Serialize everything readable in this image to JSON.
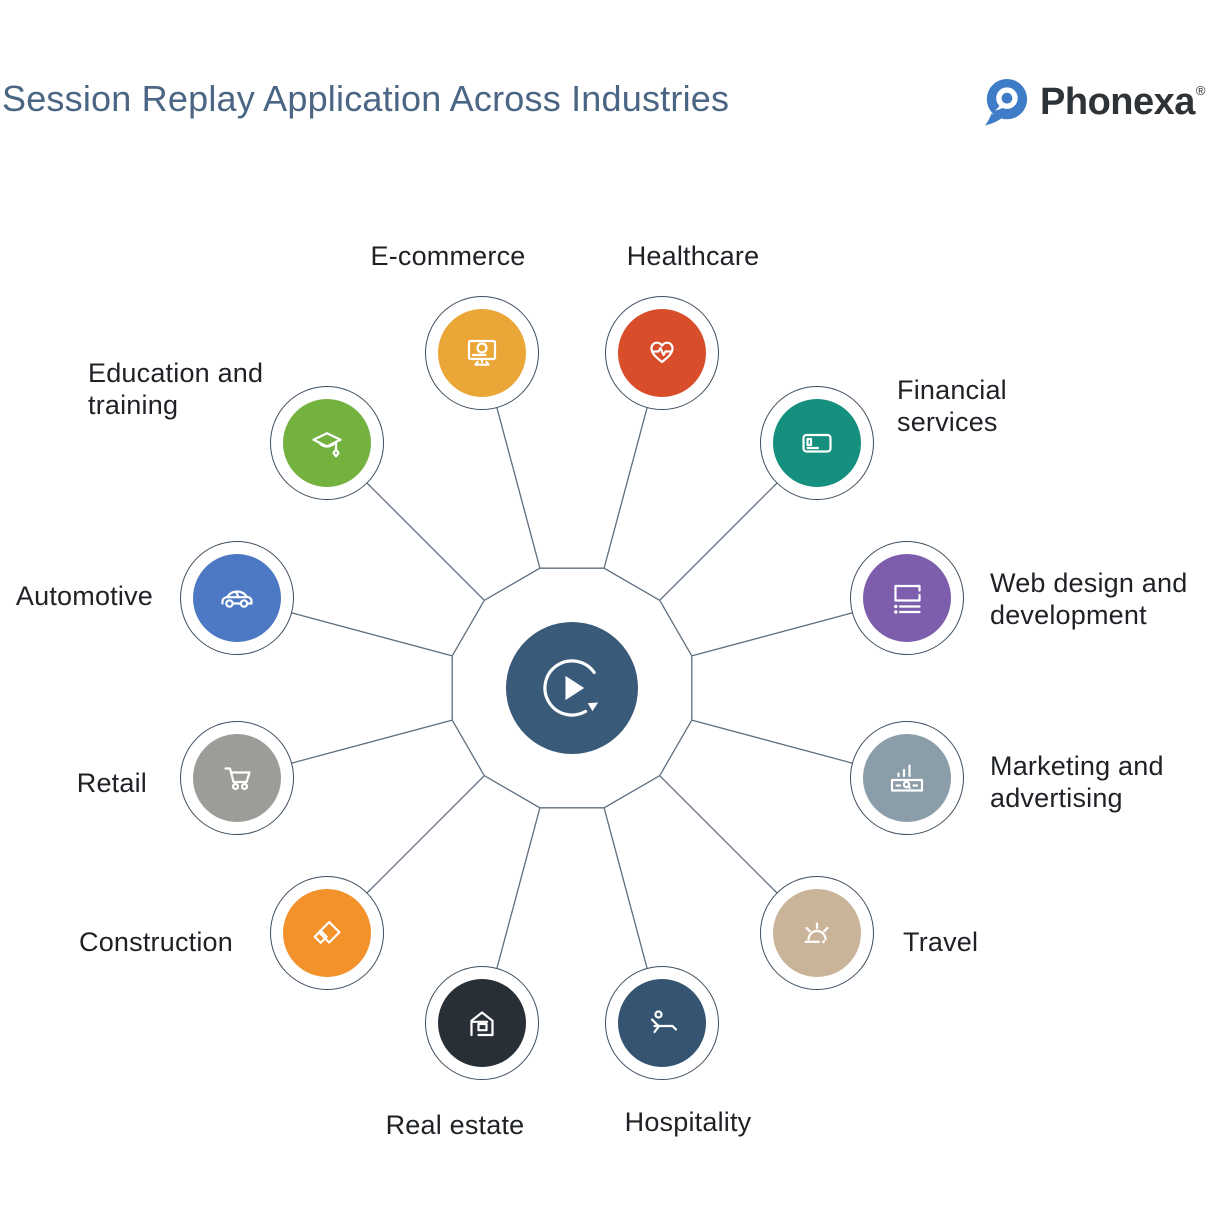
{
  "header": {
    "title": "Session Replay Application Across Industries",
    "brand": {
      "name": "Phonexa",
      "registered": "®",
      "icon": "phonexa-pin-icon",
      "icon_color": "#3e7cc7",
      "text_color": "#2e3338"
    }
  },
  "diagram": {
    "center": {
      "icon": "session-replay-icon",
      "color": "#3a5a7a"
    },
    "line_color": "#5e6e7e",
    "industries": [
      {
        "label": "E-commerce",
        "color": "#eaa636",
        "icon": "ecommerce-monitor-icon"
      },
      {
        "label": "Healthcare",
        "color": "#d84e2a",
        "icon": "healthcare-heart-icon"
      },
      {
        "label": "Financial\nservices",
        "color": "#15907e",
        "icon": "financial-card-icon"
      },
      {
        "label": "Web design and\ndevelopment",
        "color": "#7d5ead",
        "icon": "web-design-wireframe-icon"
      },
      {
        "label": "Marketing and\nadvertising",
        "color": "#8a9da8",
        "icon": "marketing-ads-icon"
      },
      {
        "label": "Travel",
        "color": "#cab499",
        "icon": "travel-sunrise-icon"
      },
      {
        "label": "Hospitality",
        "color": "#355471",
        "icon": "hospitality-lounger-icon"
      },
      {
        "label": "Real estate",
        "color": "#292f36",
        "icon": "real-estate-house-icon"
      },
      {
        "label": "Construction",
        "color": "#f3912b",
        "icon": "construction-bricks-icon"
      },
      {
        "label": "Retail",
        "color": "#9d9c98",
        "icon": "retail-cart-icon"
      },
      {
        "label": "Automotive",
        "color": "#4d79c4",
        "icon": "automotive-car-icon"
      },
      {
        "label": "Education and\ntraining",
        "color": "#74b240",
        "icon": "education-cap-icon"
      }
    ]
  }
}
